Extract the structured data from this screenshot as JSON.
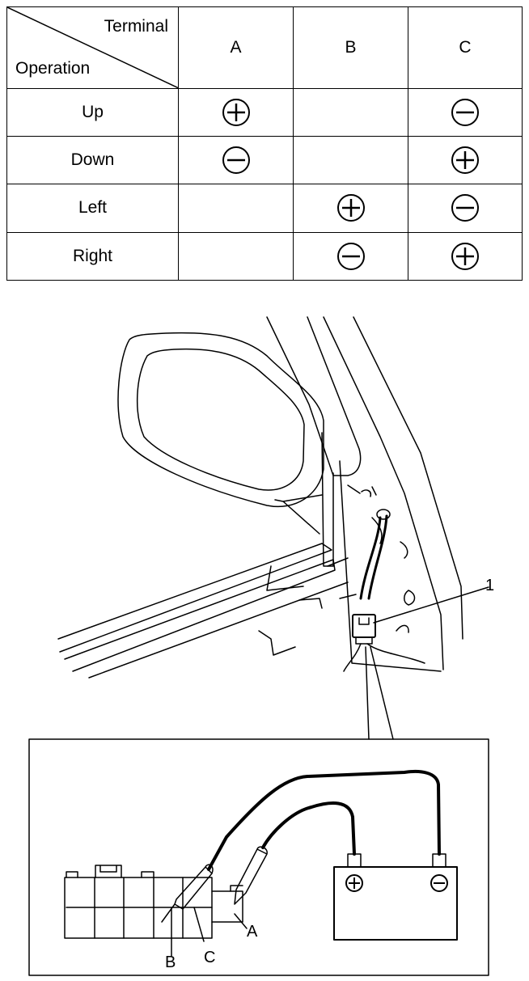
{
  "table": {
    "corner_top": "Terminal",
    "corner_bottom": "Operation",
    "columns": [
      "A",
      "B",
      "C"
    ],
    "rows": [
      {
        "operation": "Up",
        "cells": [
          "+",
          "",
          "-"
        ]
      },
      {
        "operation": "Down",
        "cells": [
          "-",
          "",
          "+"
        ]
      },
      {
        "operation": "Left",
        "cells": [
          "",
          "+",
          "-"
        ]
      },
      {
        "operation": "Right",
        "cells": [
          "",
          "-",
          "+"
        ]
      }
    ]
  },
  "diagram": {
    "callout_label": "1",
    "terminal_labels": {
      "a": "A",
      "b": "B",
      "c": "C"
    }
  }
}
